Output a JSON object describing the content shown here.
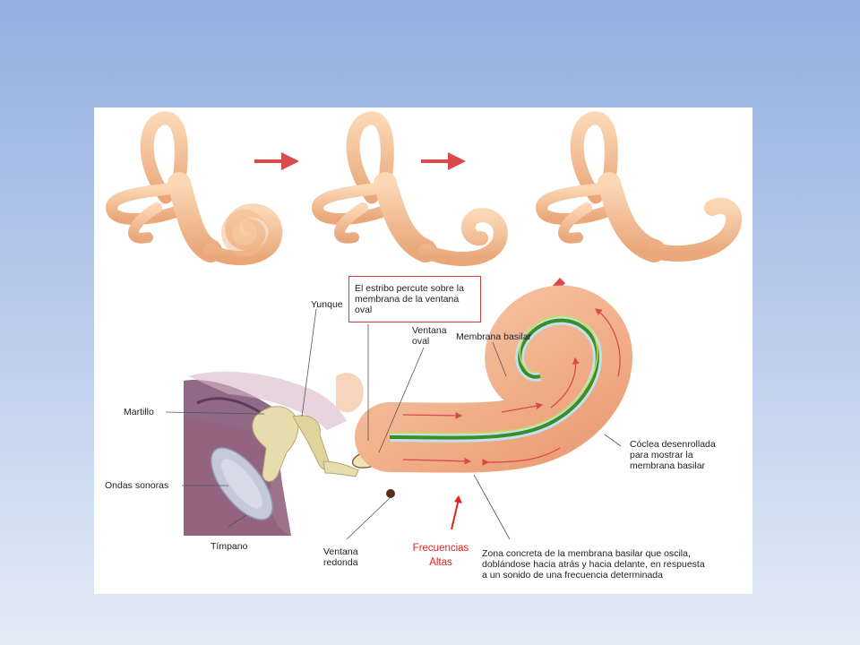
{
  "labels": {
    "yunque": "Yunque",
    "callout": "El estribo percute sobre la membrana de la ventana oval",
    "ventana_oval": "Ventana oval",
    "membrana_basilar": "Membrana basilar",
    "martillo": "Martillo",
    "coclea": "Cóclea desenrollada para mostrar la membrana basilar",
    "ondas": "Ondas sonoras",
    "timpano": "Tímpano",
    "ventana_redonda": "Ventana redonda",
    "frecuencias": "Frecuencias Altas",
    "zona": "Zona concreta de la membrana basilar que oscila, doblándose hacia atrás y hacia delante, en respuesta a un sonido de una frecuencia determinada"
  },
  "colors": {
    "background_top": "#93afe0",
    "background_bottom": "#e3ebf6",
    "figure": "#ffffff",
    "ear_tissue": "#f6c59a",
    "arrow": "#d94a4a",
    "cochlea_band": "#f1b58e",
    "basilar_membrane": "#3e8a2c",
    "bone": "#e6dcae",
    "tissue_purple": "#8a5d7e",
    "callout_border": "#d13b3b",
    "frecuencias_text": "#e0251f"
  }
}
